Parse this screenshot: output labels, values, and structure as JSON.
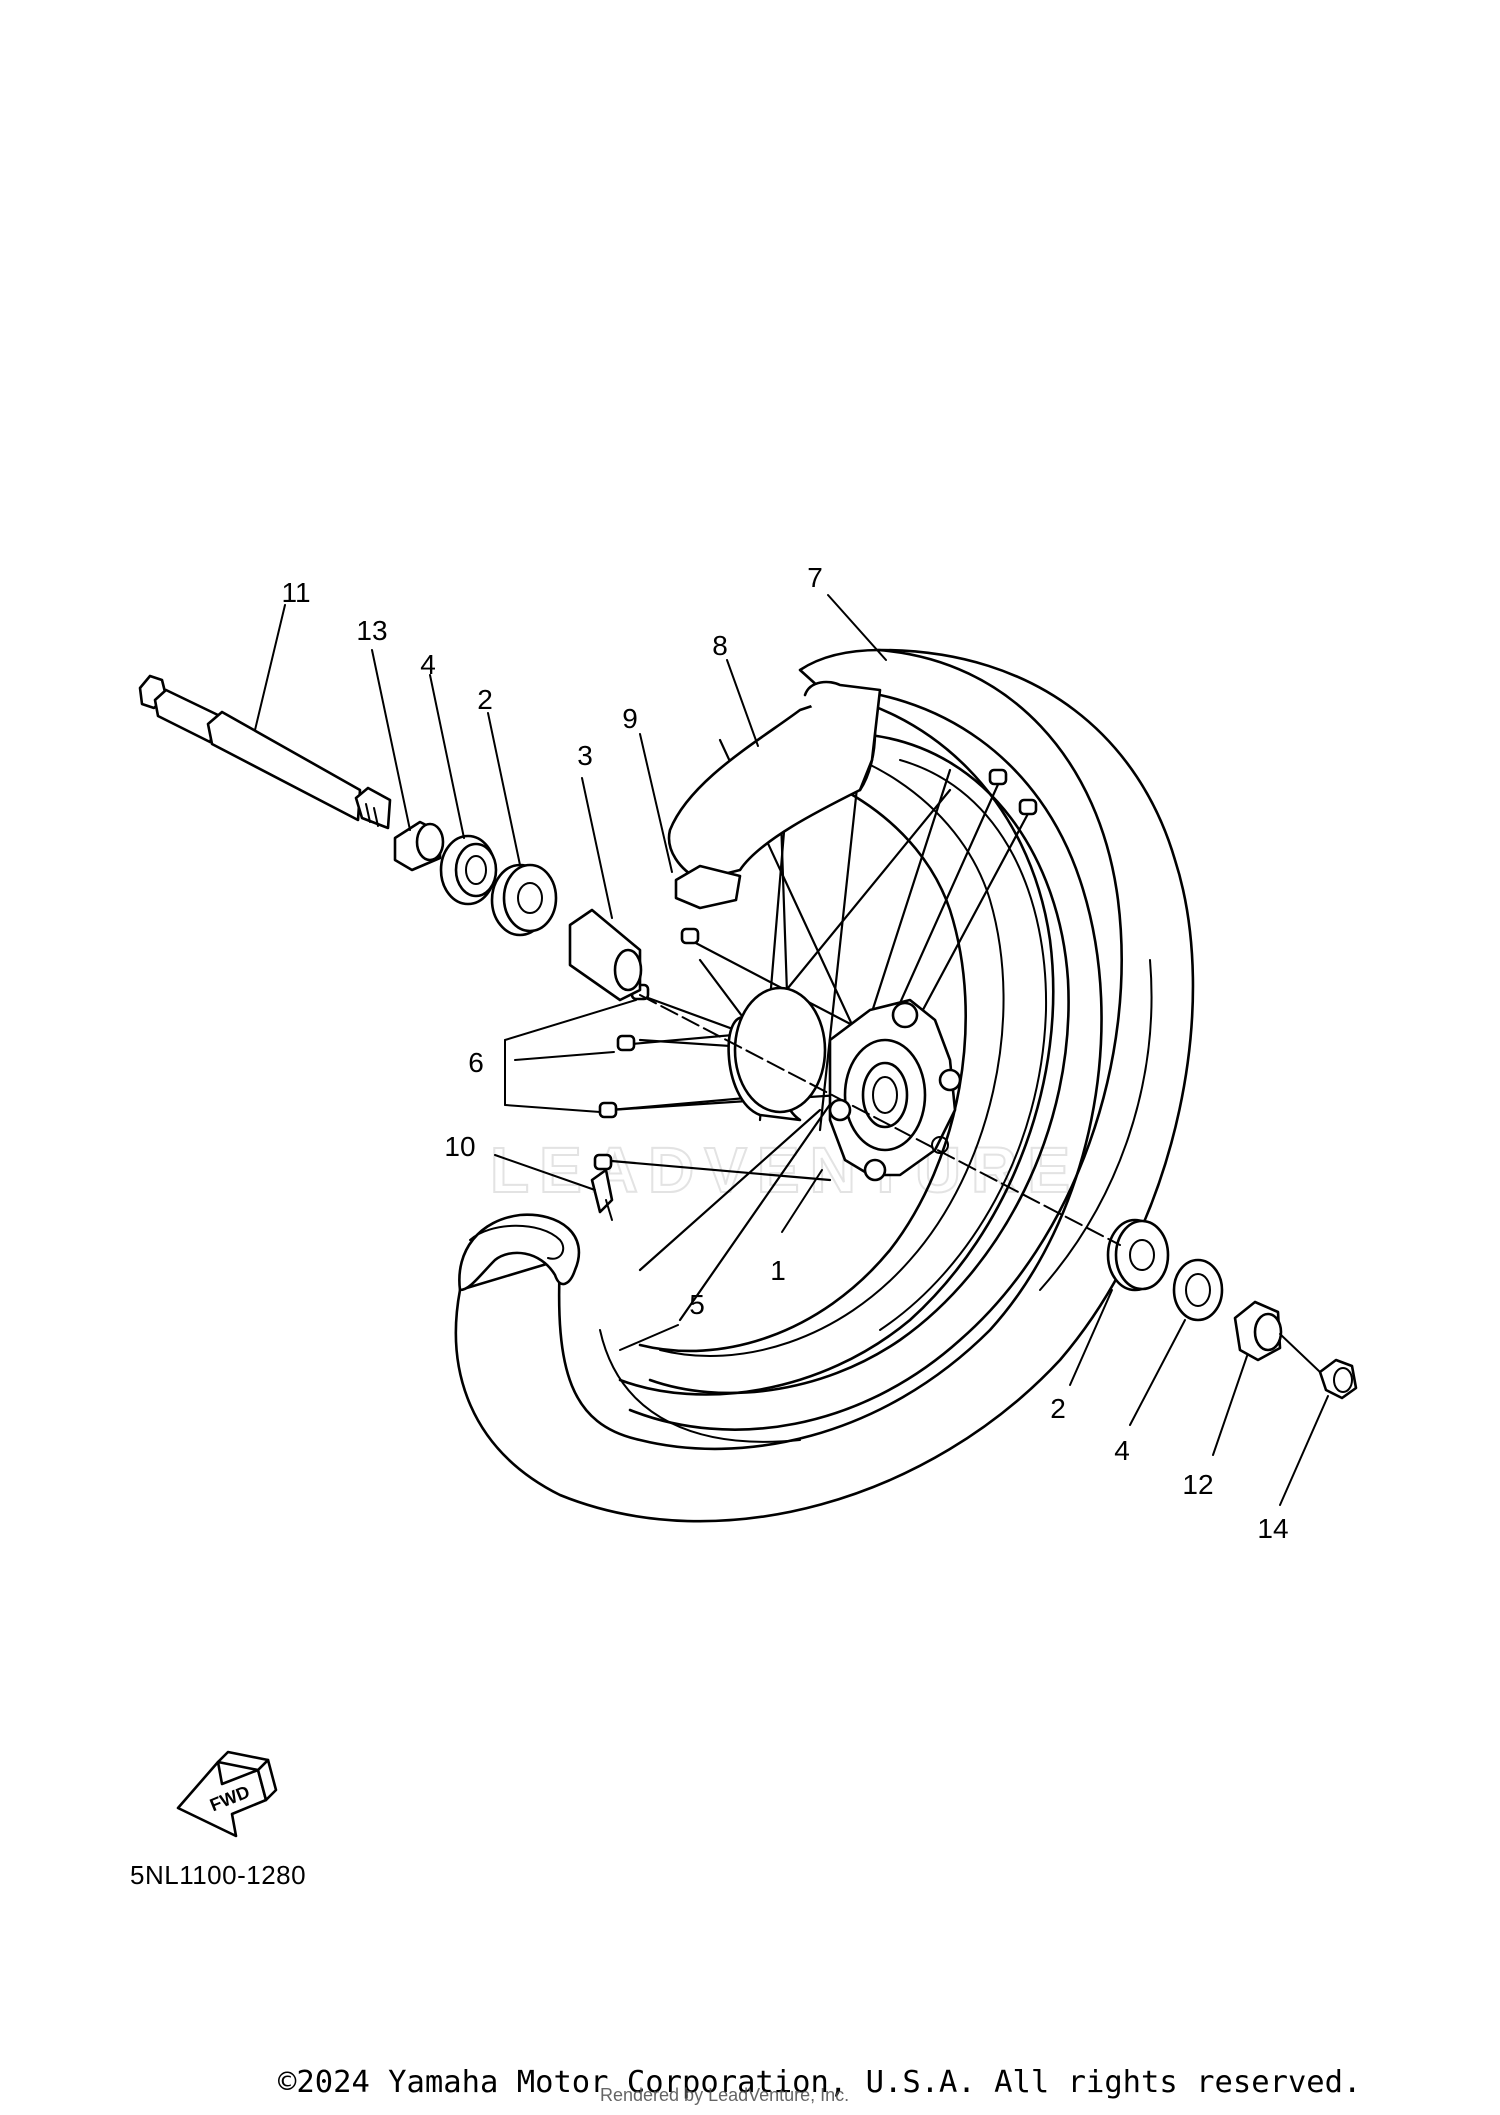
{
  "diagram": {
    "title": "",
    "code": "5NL1100-1280",
    "watermark": "LEADVENTURE"
  },
  "callouts": [
    {
      "id": "c1",
      "label": "1"
    },
    {
      "id": "c2a",
      "label": "2"
    },
    {
      "id": "c2b",
      "label": "2"
    },
    {
      "id": "c3",
      "label": "3"
    },
    {
      "id": "c4a",
      "label": "4"
    },
    {
      "id": "c4b",
      "label": "4"
    },
    {
      "id": "c5",
      "label": "5"
    },
    {
      "id": "c6",
      "label": "6"
    },
    {
      "id": "c7",
      "label": "7"
    },
    {
      "id": "c8",
      "label": "8"
    },
    {
      "id": "c9",
      "label": "9"
    },
    {
      "id": "c10",
      "label": "10"
    },
    {
      "id": "c11",
      "label": "11"
    },
    {
      "id": "c12",
      "label": "12"
    },
    {
      "id": "c13",
      "label": "13"
    },
    {
      "id": "c14",
      "label": "14"
    }
  ],
  "fwd_arrow": {
    "label": "FWD",
    "icon": "fwd-arrow-icon"
  },
  "footer": {
    "copyright": "©2024 Yamaha Motor Corporation, U.S.A. All rights reserved.",
    "rendered_by": "Rendered by LeadVenture, Inc."
  }
}
